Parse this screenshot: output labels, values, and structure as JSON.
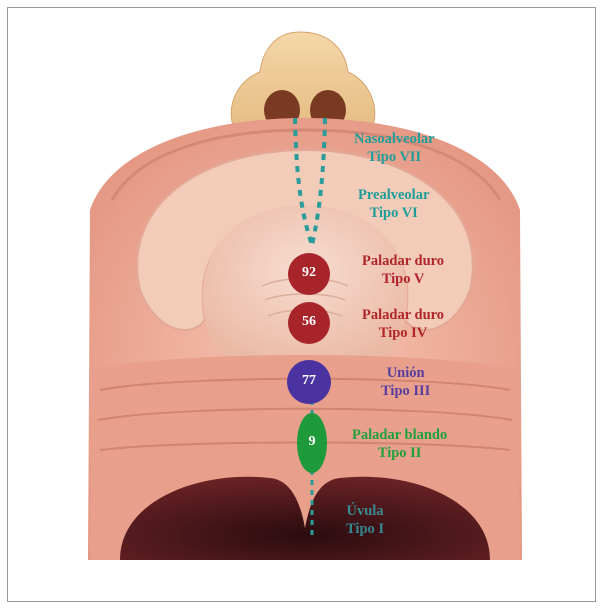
{
  "markers": {
    "tipo_v": "92",
    "tipo_iv": "56",
    "tipo_iii": "77",
    "tipo_ii": "9"
  },
  "labels": {
    "vii": {
      "line1": "Nasoalveolar",
      "line2": "Tipo VII"
    },
    "vi": {
      "line1": "Prealveolar",
      "line2": "Tipo VI"
    },
    "v": {
      "line1": "Paladar duro",
      "line2": "Tipo V"
    },
    "iv": {
      "line1": "Paladar duro",
      "line2": "Tipo IV"
    },
    "iii": {
      "line1": "Unión",
      "line2": "Tipo III"
    },
    "ii": {
      "line1": "Paladar blando",
      "line2": "Tipo II"
    },
    "i": {
      "line1": "Úvula",
      "line2": "Tipo I"
    }
  },
  "colors": {
    "teal": "#1f9e9a",
    "red": "#a8242b",
    "purple": "#4a32a0",
    "green": "#1f9a3a"
  }
}
